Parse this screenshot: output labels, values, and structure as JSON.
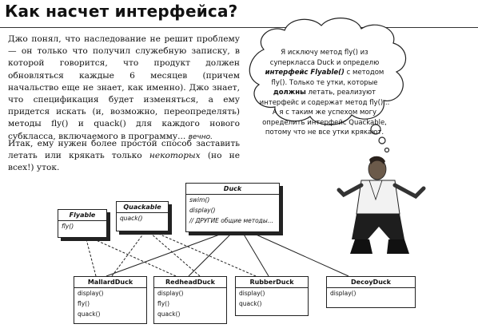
{
  "title": "Как насчет интерфейса?",
  "paragraph1": {
    "text": "Джо понял, что наследование не решит проблему — он только что получил служебную записку, в которой говорится, что продукт должен обновляться каждые 6 месяцев (причем начальство еще не знает, как именно). Джо знает, что спецификация будет изменяться, а ему придется искать (и, возможно, переопределять) методы fly() и quack() для каждого нового субкласса, включаемого в программу...",
    "emphasis": "вечно."
  },
  "paragraph2": {
    "before": "Итак, ему нужен более простой способ заставить летать или крякать только",
    "italic": "некоторых",
    "after": "(но не всех!) уток."
  },
  "thought_bubble": {
    "t1": "Я исключу метод fly() из суперкласса Duck и определю",
    "t2": "интерфейс Flyable()",
    "t3": "с методом fly(). Только те утки, которые",
    "t4": "должны",
    "t5": "летать, реализуют интерфейс и содержат метод fly()... А я с таким же успехом могу определить интерфейс Quackable, потому что не все утки крякают."
  },
  "diagram": {
    "flyable": {
      "name": "Flyable",
      "methods": [
        "fly()"
      ]
    },
    "quackable": {
      "name": "Quackable",
      "methods": [
        "quack()"
      ]
    },
    "duck": {
      "name": "Duck",
      "methods": [
        "swim()",
        "display()",
        "// ДРУГИЕ общие методы..."
      ]
    },
    "mallard": {
      "name": "MallardDuck",
      "methods": [
        "display()",
        "fly()",
        "quack()"
      ]
    },
    "redhead": {
      "name": "RedheadDuck",
      "methods": [
        "display()",
        "fly()",
        "quack()"
      ]
    },
    "rubber": {
      "name": "RubberDuck",
      "methods": [
        "display()",
        "quack()"
      ]
    },
    "decoy": {
      "name": "DecoyDuck",
      "methods": [
        "display()"
      ]
    }
  }
}
